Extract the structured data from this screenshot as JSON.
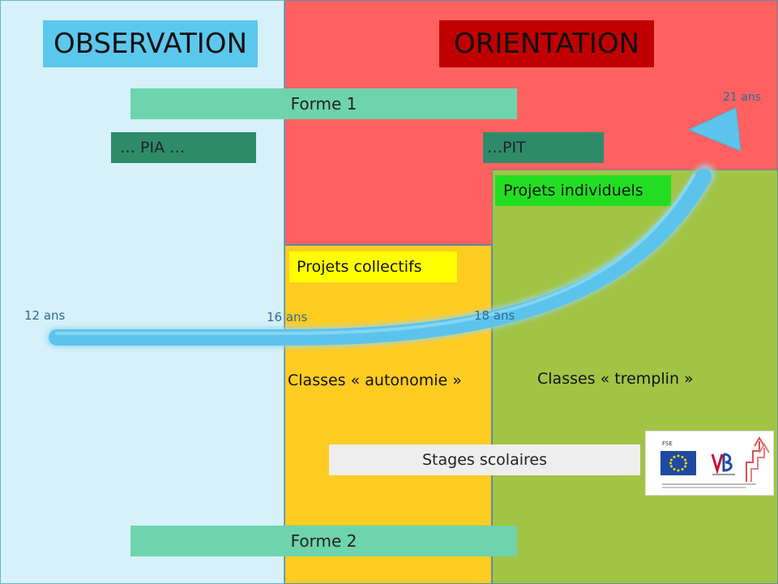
{
  "titles": {
    "observation": "OBSERVATION",
    "orientation": "ORIENTATION"
  },
  "bars": {
    "forme1": "Forme 1",
    "forme2": "Forme 2",
    "pia": "… PIA …",
    "pit": "…PIT",
    "projets_individuels": "Projets individuels",
    "projets_collectifs": "Projets collectifs",
    "stages": "Stages scolaires"
  },
  "zones": {
    "autonomie": "Classes « autonomie »",
    "tremplin": "Classes « tremplin »"
  },
  "ages": {
    "a12": "12 ans",
    "a16": "16 ans",
    "a18": "18 ans",
    "a21": "21 ans"
  },
  "logo": {
    "fse": "FSE"
  },
  "colors": {
    "observation_bg": "#d6f1fa",
    "orientation_bg": "#ff6161",
    "autonomie_bg": "#ffcc22",
    "tremplin_bg": "#a2c445",
    "arrow": "#5cc4ec",
    "forme_bar": "#6ed4ad",
    "pia_bar": "#2e8b6a",
    "projets_individuels_bg": "#22dd22",
    "projets_collectifs_bg": "#ffff00"
  }
}
